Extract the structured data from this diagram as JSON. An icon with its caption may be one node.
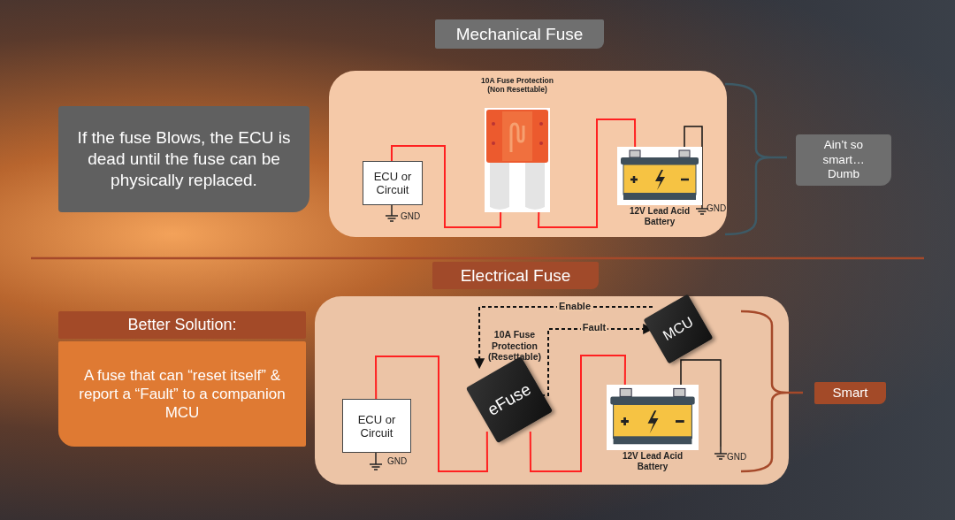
{
  "diagram": {
    "nodes": [
      {
        "text": [
          "Mechanical Fuse"
        ]
      },
      {
        "text": [
          "If the fuse Blows, the ECU is dead until the fuse can be physically replaced."
        ]
      },
      {
        "text": [
          "ECU or Circuit"
        ],
        "in": 0,
        "beside": [
          "GND"
        ]
      },
      {
        "text": [
          "10A Fuse Protection (Non Resettable)"
        ],
        "in": 0
      },
      {
        "text": [
          "12V Lead Acid Battery"
        ],
        "in": 0,
        "beside": [
          "GND"
        ]
      },
      {
        "text": [
          "Ain’t so smart…Dumb"
        ]
      },
      {
        "text": [
          "Electrical Fuse"
        ]
      },
      {
        "text": [
          "Better Solution:"
        ]
      },
      {
        "text": [
          "A fuse that can “reset itself” & report a “Fault” to a companion MCU"
        ]
      },
      {
        "text": [
          "ECU or Circuit"
        ],
        "in": 6,
        "beside": [
          "GND"
        ]
      },
      {
        "text": [
          "eFuse"
        ],
        "in": 6,
        "beside": [
          "10A Fuse Protection (Resettable)"
        ]
      },
      {
        "text": [
          "MCU"
        ],
        "in": 6
      },
      {
        "text": [
          "12V Lead Acid Battery"
        ],
        "in": 6,
        "beside": [
          "GND"
        ]
      },
      {
        "text": [
          "Smart"
        ]
      }
    ],
    "edges": [
      {
        "from": 2,
        "to": 3,
        "arrow": "none"
      },
      {
        "from": 3,
        "to": 4,
        "arrow": "none"
      },
      {
        "from": 9,
        "to": 10,
        "arrow": "none"
      },
      {
        "from": 10,
        "to": 12,
        "arrow": "none"
      },
      {
        "from": 11,
        "to": 10,
        "arrow": "to",
        "label": "Enable",
        "style": "dashed",
        "color": "#111111"
      },
      {
        "from": 10,
        "to": 11,
        "arrow": "to",
        "label": "Fault",
        "style": "dashed",
        "color": "#111111"
      }
    ]
  }
}
